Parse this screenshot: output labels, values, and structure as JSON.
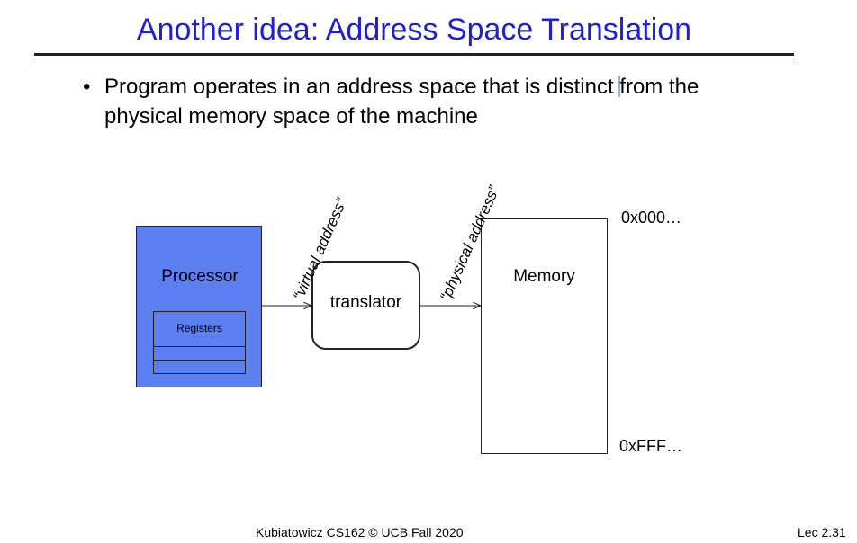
{
  "slide": {
    "title": "Another idea: Address Space Translation",
    "bullet_part1": "Program operates in an address space that is distinct ",
    "bullet_part2": "from the physical memory space of the machine"
  },
  "diagram": {
    "processor_label": "Processor",
    "registers_label": "Registers",
    "translator_label": "translator",
    "memory_label": "Memory",
    "virtual_address_label": "“virtual address”",
    "physical_address_label": "“physical address”",
    "memory_top_address": "0x000…",
    "memory_bottom_address": "0xFFF…"
  },
  "footer": {
    "center": "Kubiatowicz CS162 © UCB Fall 2020",
    "right": "Lec 2.31"
  }
}
